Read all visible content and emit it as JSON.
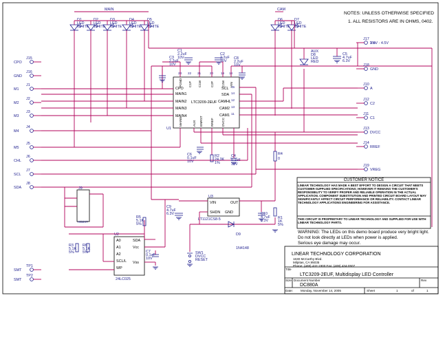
{
  "notes": {
    "line1": "NOTES: UNLESS OTHERWISE SPECIFIED",
    "line2": "1.  ALL RESISTORS ARE IN OHMS, 0402."
  },
  "bus_labels": {
    "main": "MAIN",
    "cam": "CAM"
  },
  "leds_main": [
    {
      "ref": "D1",
      "type": "LED",
      "color": "WHITE"
    },
    {
      "ref": "D2",
      "type": "LED",
      "color": "WHITE"
    },
    {
      "ref": "D3",
      "type": "LED",
      "color": "WHITE"
    },
    {
      "ref": "D4",
      "type": "LED",
      "color": "WHITE"
    },
    {
      "ref": "D5",
      "type": "LED",
      "color": "WHITE"
    }
  ],
  "leds_cam": [
    {
      "ref": "D6",
      "type": "LED",
      "color": "WHITE"
    },
    {
      "ref": "D7",
      "type": "LED",
      "color": "WHITE"
    }
  ],
  "aux_led": {
    "name": "AUX",
    "ref": "D8",
    "type": "LED",
    "color": "RED"
  },
  "left_jacks": [
    {
      "ref": "J15",
      "net": "CPO"
    },
    {
      "ref": "J16",
      "net": "GND"
    },
    {
      "ref": "J1",
      "net": "M1"
    },
    {
      "ref": "J2",
      "net": "M2"
    },
    {
      "ref": "J3",
      "net": "M3"
    },
    {
      "ref": "J4",
      "net": "M4"
    },
    {
      "ref": "J5",
      "net": "M5"
    },
    {
      "ref": "J6",
      "net": "CHL"
    },
    {
      "ref": "J7",
      "net": "SCL"
    },
    {
      "ref": "J8",
      "net": "SDA"
    },
    {
      "ref": "TP1",
      "net": "SMT"
    },
    {
      "ref": "TP2",
      "net": "SMT"
    }
  ],
  "right_jacks": [
    {
      "ref": "J17",
      "net": "Vin",
      "extra": "2.9V - 4.5V"
    },
    {
      "ref": "J18",
      "net": "GND"
    },
    {
      "ref": "J10",
      "net": "A"
    },
    {
      "ref": "J12",
      "net": "C2"
    },
    {
      "ref": "J11",
      "net": "C1"
    },
    {
      "ref": "J13",
      "net": "DVCC"
    },
    {
      "ref": "J14",
      "net": "RREF"
    },
    {
      "ref": "J19",
      "net": "VREG"
    }
  ],
  "caps": [
    {
      "ref": "C1",
      "value": "2.2uF",
      "rating": "10V"
    },
    {
      "ref": "C2",
      "value": "2.2uF",
      "rating": "10V"
    },
    {
      "ref": "C3",
      "value": "2.2uF",
      "rating": "10V"
    },
    {
      "ref": "C4",
      "value": "0.1uF",
      "rating": "10V"
    },
    {
      "ref": "C5",
      "value": "4.7uF",
      "rating": "6.3V"
    },
    {
      "ref": "C6",
      "value": "0.1uF",
      "rating": "10V"
    },
    {
      "ref": "C7",
      "value": "0.1uF",
      "rating": "10V"
    },
    {
      "ref": "C8",
      "value": "2.2uF",
      "rating": "10V"
    },
    {
      "ref": "C9",
      "value": "4.7uF",
      "rating": "6.3V"
    },
    {
      "ref": "C10",
      "value": "4.7uF",
      "rating": "6.3V"
    }
  ],
  "resistors": [
    {
      "ref": "R1",
      "value": "1K",
      "tol": "5%"
    },
    {
      "ref": "R2",
      "value": "24.3K",
      "tol": "1%"
    },
    {
      "ref": "R3",
      "value": "5.1K",
      "tol": "5%"
    },
    {
      "ref": "R4",
      "value": "0",
      "tol": ""
    },
    {
      "ref": "R5",
      "value": "5.1K",
      "tol": "5%"
    },
    {
      "ref": "R6",
      "value": "5.1K",
      "tol": "5%"
    }
  ],
  "u1": {
    "ref": "U1",
    "part": "LTC3209-2EUF",
    "left_pins": [
      "CPO",
      "MAIN1",
      "MAIN2",
      "MAIN3",
      "MAIN4"
    ],
    "right_pins": [
      "SCL",
      "SDA",
      "CAMHL",
      "CAM2",
      "CAM1"
    ],
    "top_pins": [
      "PGND",
      "C1P",
      "C1M",
      "C2P",
      "C2M",
      "VIN"
    ],
    "bottom_pins": [
      "MAIN5",
      "AUX",
      "ENRST",
      "RREF",
      "DVCC"
    ],
    "top_nums": [
      "23",
      "22",
      "21",
      "20",
      "19",
      "18"
    ],
    "right_nums": [
      "15",
      "14",
      "12",
      "13",
      "11"
    ],
    "left_nums": [
      "1",
      "2",
      "3",
      "4",
      "5"
    ],
    "bottom_nums": [
      "6",
      "7",
      "8",
      "9",
      "10"
    ]
  },
  "u2": {
    "ref": "U2",
    "part": "24LC025",
    "left_pins": [
      "A0",
      "A1",
      "A2",
      "SCL/L",
      "WP"
    ],
    "right_pins": [
      "SDA",
      "Vcc",
      "Vss"
    ]
  },
  "u3": {
    "ref": "U3",
    "part": "LT1121CS8-5",
    "pins": [
      "VIN",
      "OUT",
      "SHDN",
      "GND"
    ]
  },
  "j9": {
    "ref": "J9",
    "part": "HD2X7"
  },
  "d9": {
    "ref": "D9",
    "part": "1N4148"
  },
  "sw1": {
    "ref": "SW1",
    "label1": "DVCC",
    "label2": "RESET"
  },
  "customer_notice": {
    "title": "CUSTOMER NOTICE",
    "body": "LINEAR TECHNOLOGY HAS MADE A BEST EFFORT TO DESIGN A CIRCUIT THAT MEETS CUSTOMER-SUPPLIED SPECIFICATIONS; HOWEVER IT REMAINS THE CUSTOMER'S RESPONSIBILITY TO VERIFY PROPER AND RELIABLE OPERATION IN THE ACTUAL APPLICATION. COMPONENT SUBSTITUTION AND PRINTED CIRCUIT BOARD LAYOUT MAY SIGNIFICANTLY AFFECT CIRCUIT PERFORMANCE OR RELIABILITY. CONTACT LINEAR TECHNOLOGY APPLICATIONS ENGINEERING FOR ASSISTANCE.",
    "proprietary": "THIS CIRCUIT IS PROPRIETARY TO LINEAR TECHNOLOGY AND SUPPLIED FOR USE WITH LINEAR TECHNOLOGY PARTS."
  },
  "warning": {
    "line1": "WARNING: The LEDs on this demo board produce very bright light.",
    "line2": "Do not look directly at LEDs when power is applied.",
    "line3": "Serious eye damage may occur."
  },
  "title_block": {
    "company": "LINEAR TECHNOLOGY CORPORATION",
    "addr1": "1630 McCarthy Blvd.",
    "addr2": "Milpitas, CA  95035",
    "addr3": "Phone: (408) 432-1900  Fax: (408) 434-0507",
    "title_label": "Title",
    "title": "LTC3209-2EUF, Multidisplay LED Controller",
    "size_label": "Size",
    "doc_label": "Document Number",
    "rev_label": "Rev",
    "doc_number": "DC880A",
    "date_label": "Date:",
    "date": "Monday, November 14, 2005",
    "sheet_label": "Sheet",
    "sheet": "1",
    "of_label": "of",
    "sheets": "1"
  }
}
